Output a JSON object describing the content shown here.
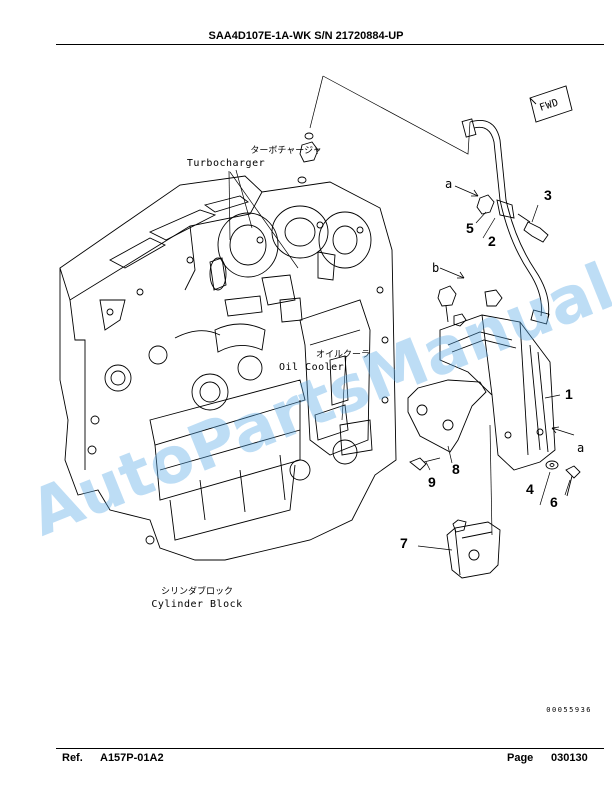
{
  "header": {
    "title": "SAA4D107E-1A-WK S/N 21720884-UP"
  },
  "footer": {
    "ref_label": "Ref.",
    "ref_value": "A157P-01A2",
    "page_label": "Page",
    "page_value": "030130"
  },
  "labels": {
    "turbocharger_jp": "ターボチャージャ",
    "turbocharger_en": "Turbocharger",
    "oil_cooler_jp": "オイルクーラ",
    "oil_cooler_en": "Oil Cooler",
    "cylinder_block_jp": "シリンダブロック",
    "cylinder_block_en": "Cylinder Block",
    "fwd": "FWD",
    "drawing_number": "00055936",
    "watermark": "AutoPartsManual"
  },
  "callouts": [
    "1",
    "2",
    "3",
    "4",
    "5",
    "6",
    "7",
    "8",
    "9"
  ],
  "arrow_letters": {
    "a1": "a",
    "b1": "b",
    "a2": "a"
  },
  "colors": {
    "ink": "#000000",
    "watermark": "#5aaae6"
  }
}
